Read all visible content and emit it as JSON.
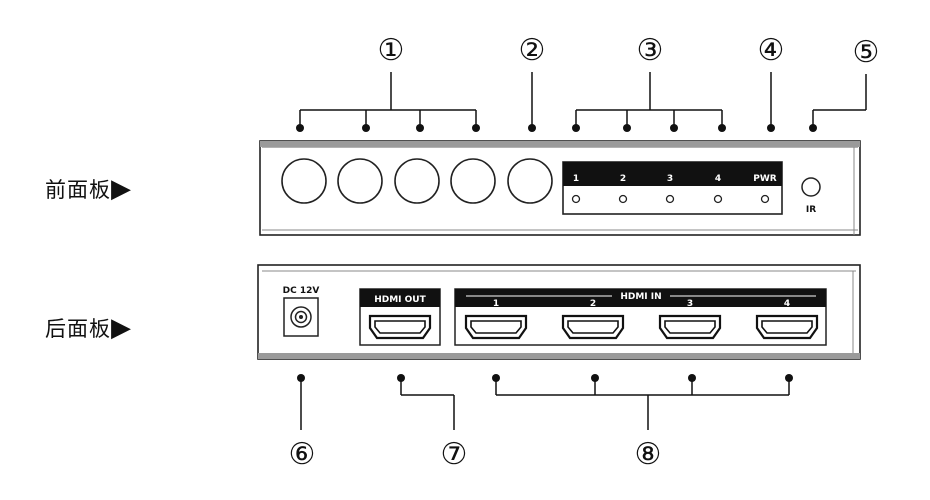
{
  "callouts": [
    "①",
    "②",
    "③",
    "④",
    "⑤",
    "⑥",
    "⑦",
    "⑧"
  ],
  "front_panel": {
    "label": "前面板",
    "arrow": "▶",
    "indicators": [
      "1",
      "2",
      "3",
      "4",
      "PWR"
    ],
    "ir_label": "IR"
  },
  "rear_panel": {
    "label": "后面板",
    "arrow": "▶",
    "dc_label": "DC 12V",
    "hdmi_out_label": "HDMI OUT",
    "hdmi_in_label": "HDMI IN",
    "hdmi_in_ports": [
      "1",
      "2",
      "3",
      "4"
    ]
  }
}
